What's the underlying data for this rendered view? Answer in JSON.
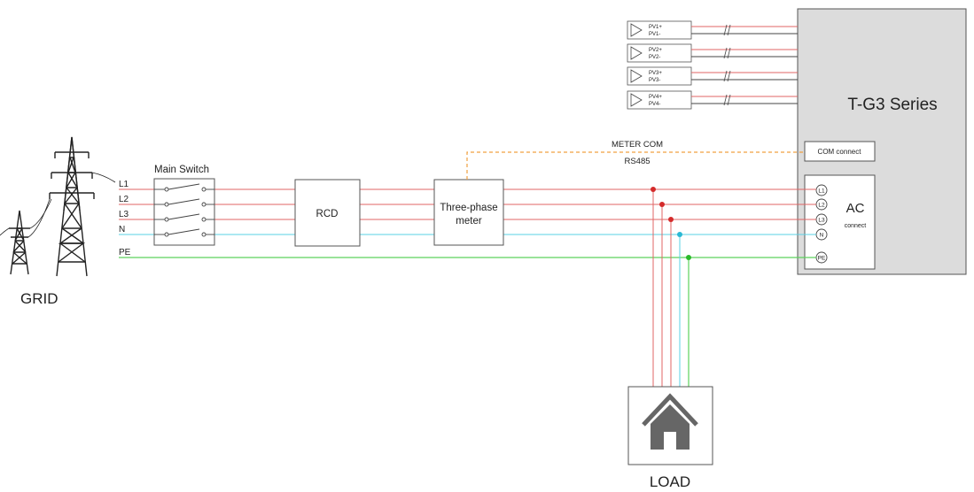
{
  "grid": {
    "label": "GRID"
  },
  "main_switch": {
    "label": "Main Switch"
  },
  "lines": {
    "l1": "L1",
    "l2": "L2",
    "l3": "L3",
    "n": "N",
    "pe": "PE"
  },
  "rcd": {
    "label": "RCD"
  },
  "meter": {
    "label_line1": "Three-phase",
    "label_line2": "meter"
  },
  "meter_com": {
    "line1": "METER  COM",
    "line2": "RS485"
  },
  "pv_strings": [
    {
      "plus": "PV1+",
      "minus": "PV1-"
    },
    {
      "plus": "PV2+",
      "minus": "PV2-"
    },
    {
      "plus": "PV3+",
      "minus": "PV3-"
    },
    {
      "plus": "PV4+",
      "minus": "PV4-"
    }
  ],
  "inverter": {
    "title": "T-G3 Series",
    "com_label": "COM connect",
    "ac_label": "AC",
    "ac_sub": "connect",
    "terminals": [
      "L1",
      "L2",
      "L3",
      "N",
      "PE"
    ]
  },
  "load": {
    "label": "LOAD"
  },
  "colors": {
    "phase": "#e06464",
    "neutral": "#5ad2e6",
    "earth": "#5cd25c",
    "com": "#f0a040",
    "pv_minus": "#444444",
    "inverter_fill": "#dcdcdc"
  }
}
